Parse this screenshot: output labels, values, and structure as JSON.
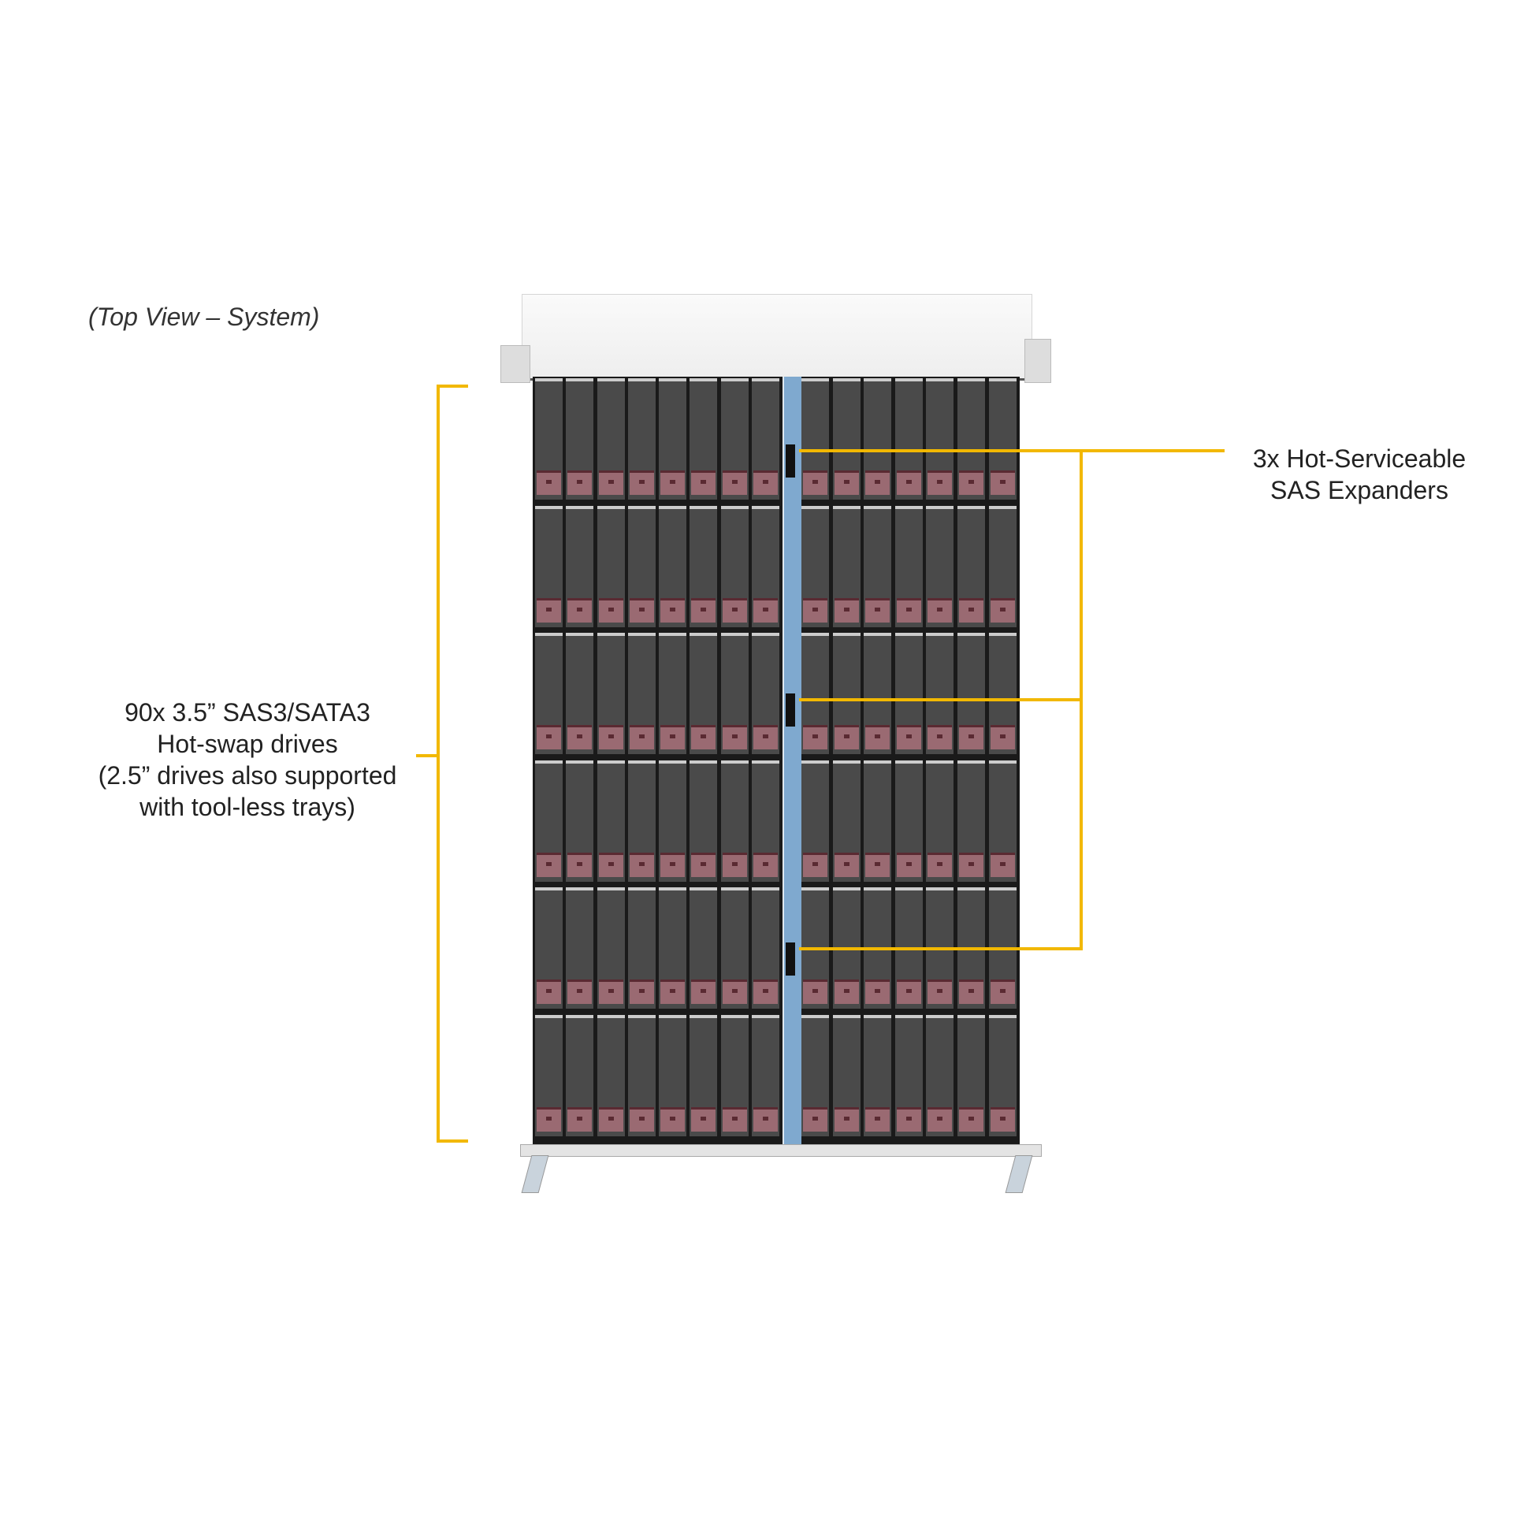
{
  "title": "(Top View – System)",
  "drives_label": {
    "lines": [
      "90x 3.5” SAS3/SATA3",
      "Hot-swap drives",
      "(2.5” drives also supported",
      "with tool-less trays)"
    ]
  },
  "expanders_label": {
    "lines": [
      "3x Hot-Serviceable",
      "SAS Expanders"
    ]
  },
  "colors": {
    "callout": "#f2b800",
    "drive": "#4a4a4a",
    "handle": "#9a6a72",
    "channel": "#7fa9cf"
  }
}
